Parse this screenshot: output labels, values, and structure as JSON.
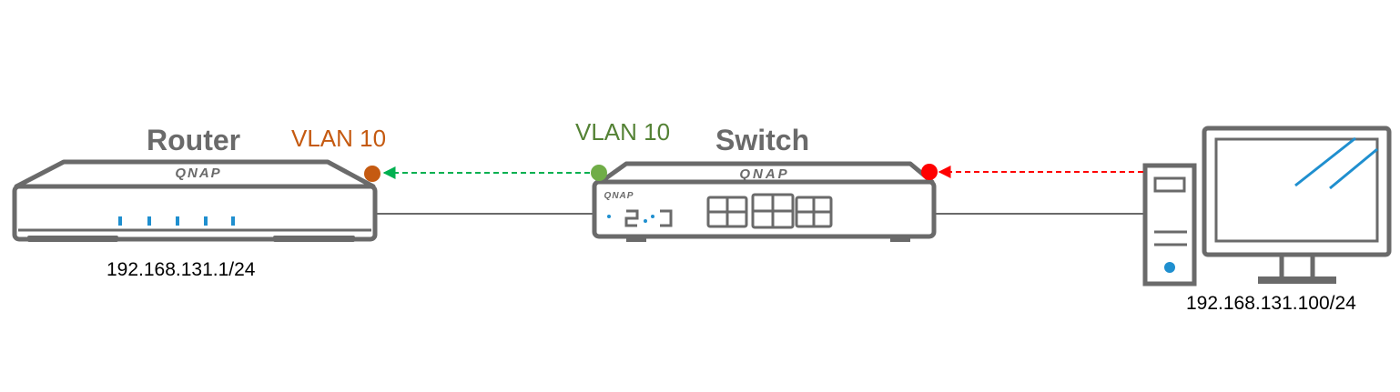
{
  "router": {
    "title": "Router",
    "brand": "QNAP",
    "ip": "192.168.131.1/24"
  },
  "switch": {
    "title": "Switch",
    "brand": "QNAP",
    "brand_small": "QNAP"
  },
  "pc": {
    "ip": "192.168.131.100/24"
  },
  "labels": {
    "router_vlan": "VLAN 10",
    "switch_vlan": "VLAN 10"
  },
  "colors": {
    "device_outline": "#6a6a6a",
    "router_vlan": "#c55a11",
    "switch_vlan": "#548235",
    "switch_vlan_port": "#70ad47",
    "untagged_port": "#ff0000",
    "tagged_arrow": "#00b050",
    "untagged_arrow": "#ff0000",
    "led": "#1f8fcf",
    "link": "#6a6a6a"
  },
  "icons": [
    "router-icon",
    "switch-icon",
    "desktop-pc-icon",
    "monitor-icon"
  ]
}
